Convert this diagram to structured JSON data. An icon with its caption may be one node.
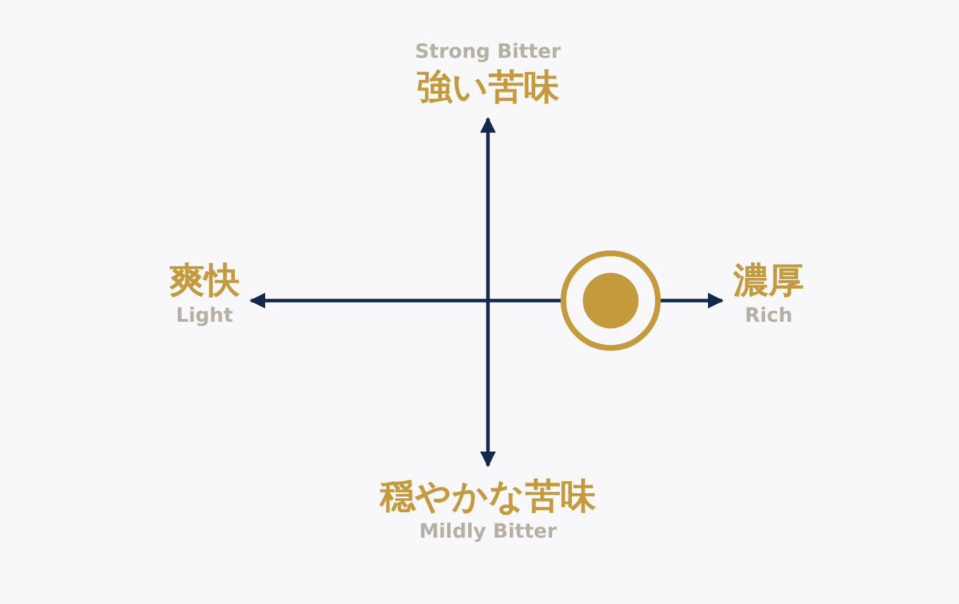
{
  "diagram": {
    "nodes": [
      {
        "text": [
          "Strong Bitter",
          "強い苦味"
        ]
      },
      {
        "text": [
          "爽快",
          "Light"
        ]
      },
      {
        "text": [
          "濃厚",
          "Rich"
        ]
      },
      {
        "text": [
          "穏やかな苦味",
          "Mildly Bitter"
        ]
      },
      {
        "text": [],
        "shape": "circle"
      }
    ],
    "edges": [
      {
        "from": 4,
        "to": 1,
        "arrow": "to"
      },
      {
        "from": 4,
        "to": 2,
        "arrow": "to"
      },
      {
        "from": 0,
        "to": 3,
        "arrow": "both"
      }
    ]
  }
}
